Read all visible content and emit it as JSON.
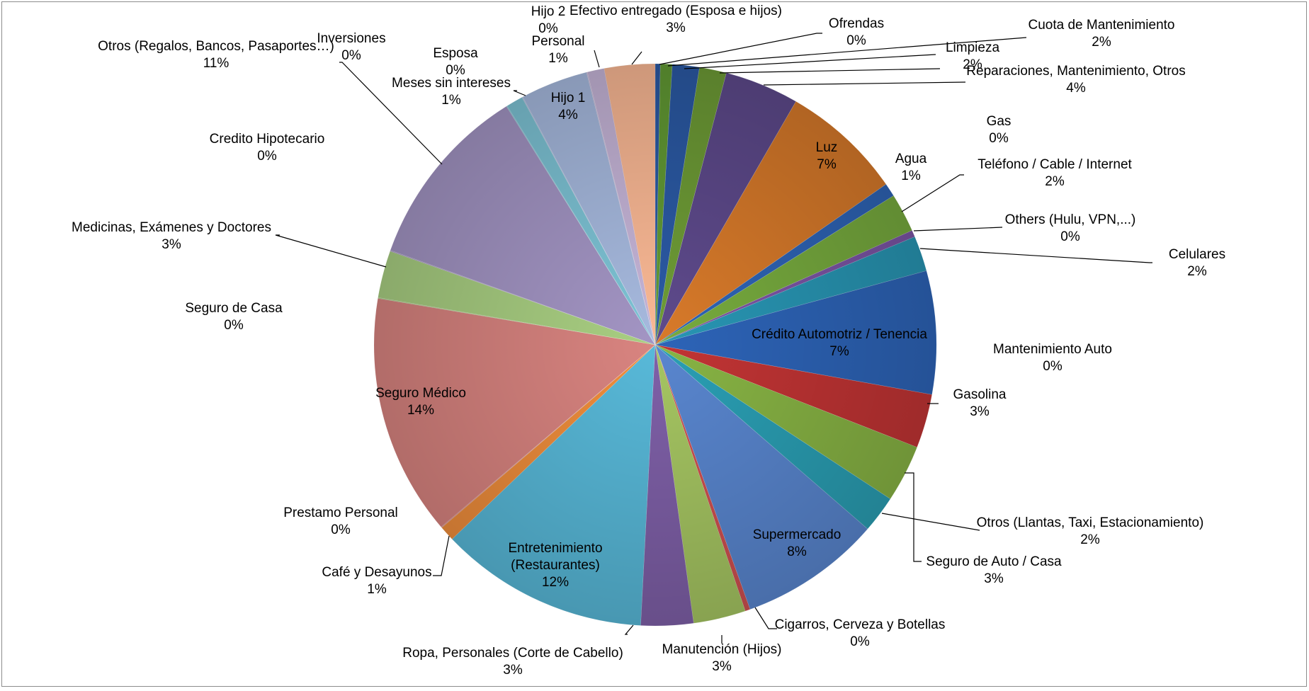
{
  "chart_data": {
    "type": "pie",
    "title": "",
    "legend": "none",
    "slices": [
      {
        "label": "Ofrendas",
        "value": 0.3,
        "pct": "0%",
        "color": "#2b5aa5"
      },
      {
        "label": "Cuota de Mantenimiento",
        "value": 0.7,
        "pct": "2%",
        "color": "#629a34"
      },
      {
        "label": "Limpieza",
        "value": 1.6,
        "pct": "2%",
        "color": "#2b5aa5"
      },
      {
        "label": "Reparaciones, Mantenimiento, Otros",
        "value": 1.6,
        "pct": "2%",
        "color": "#6e9c36"
      },
      {
        "label": "Reparaciones, Mantenimiento, Otros",
        "value": 4.4,
        "pct": "4%",
        "color": "#5e4a8c"
      },
      {
        "label": "Luz",
        "value": 7.2,
        "pct": "7%",
        "color": "#d87a2a"
      },
      {
        "label": "Agua",
        "value": 0.8,
        "pct": "1%",
        "color": "#2e64b6"
      },
      {
        "label": "Teléfono / Cable / Internet",
        "value": 2.3,
        "pct": "2%",
        "color": "#77ab3e"
      },
      {
        "label": "Others (Hulu, VPN,...)",
        "value": 0.4,
        "pct": "0%",
        "color": "#7c55a6"
      },
      {
        "label": "Celulares",
        "value": 2.1,
        "pct": "2%",
        "color": "#2896b4"
      },
      {
        "label": "Crédito Automotriz / Tenencia",
        "value": 7.3,
        "pct": "7%",
        "color": "#2d64b8"
      },
      {
        "label": "Gasolina",
        "value": 3.2,
        "pct": "3%",
        "color": "#c23434"
      },
      {
        "label": "Seguro de Auto / Casa",
        "value": 3.4,
        "pct": "3%",
        "color": "#88b444"
      },
      {
        "label": "Otros (Llantas, Taxi, Estacionamiento)",
        "value": 2.2,
        "pct": "2%",
        "color": "#2a9fb4"
      },
      {
        "label": "Supermercado",
        "value": 8.4,
        "pct": "8%",
        "color": "#5986cf"
      },
      {
        "label": "Cigarros, Cerveza y Botellas",
        "value": 0.3,
        "pct": "0%",
        "color": "#cf5050"
      },
      {
        "label": "Manutención (Hijos)",
        "value": 3.1,
        "pct": "3%",
        "color": "#a6c662"
      },
      {
        "label": "Ropa, Personales (Corte de Cabello)",
        "value": 3.1,
        "pct": "3%",
        "color": "#7f60a8"
      },
      {
        "label": "Entretenimiento (Restaurantes)",
        "value": 12.4,
        "pct": "12%",
        "color": "#58b9d9"
      },
      {
        "label": "Café y Desayunos",
        "value": 0.9,
        "pct": "1%",
        "color": "#f08e3c"
      },
      {
        "label": "Prestamo Personal",
        "value": 0.05,
        "pct": "0%",
        "color": "#d98782"
      },
      {
        "label": "Seguro Médico",
        "value": 14.3,
        "pct": "14%",
        "color": "#d98480"
      },
      {
        "label": "Seguro de Casa",
        "value": 0.05,
        "pct": "0%",
        "color": "#a9cf82"
      },
      {
        "label": "Medicinas, Exámenes y Doctores",
        "value": 2.8,
        "pct": "3%",
        "color": "#a9cf82"
      },
      {
        "label": "Credito Hipotecario",
        "value": 0.05,
        "pct": "0%",
        "color": "#a395c4"
      },
      {
        "label": "Otros (Regalos, Bancos, Pasaportes…)",
        "value": 11.0,
        "pct": "11%",
        "color": "#a395c4"
      },
      {
        "label": "Inversiones",
        "value": 0.05,
        "pct": "0%",
        "color": "#7ec4d6"
      },
      {
        "label": "Meses sin intereses",
        "value": 1.0,
        "pct": "1%",
        "color": "#7ec4d6"
      },
      {
        "label": "Esposa",
        "value": 0.05,
        "pct": "0%",
        "color": "#a7badf"
      },
      {
        "label": "Hijo 1",
        "value": 4.0,
        "pct": "4%",
        "color": "#a7badf"
      },
      {
        "label": "Hijo 2",
        "value": 0.05,
        "pct": "0%",
        "color": "#c6b5d8"
      },
      {
        "label": "Personal",
        "value": 1.0,
        "pct": "1%",
        "color": "#c6b5d8"
      },
      {
        "label": "Efectivo entregado (Esposa e hijos)",
        "value": 3.0,
        "pct": "3%",
        "color": "#fbb995"
      }
    ],
    "labels": [
      {
        "name": "Ofrendas",
        "pct": "0%"
      },
      {
        "name": "Cuota de Mantenimiento",
        "pct": "2%"
      },
      {
        "name": "Limpieza",
        "pct": "2%"
      },
      {
        "name": "Reparaciones, Mantenimiento, Otros",
        "pct": "4%"
      },
      {
        "name": "Gas",
        "pct": "0%"
      },
      {
        "name": "Luz",
        "pct": "7%"
      },
      {
        "name": "Agua",
        "pct": "1%"
      },
      {
        "name": "Teléfono / Cable / Internet",
        "pct": "2%"
      },
      {
        "name": "Others (Hulu, VPN,...)",
        "pct": "0%"
      },
      {
        "name": "Celulares",
        "pct": "2%"
      },
      {
        "name": "Crédito Automotriz / Tenencia",
        "pct": "7%"
      },
      {
        "name": "Mantenimiento Auto",
        "pct": "0%"
      },
      {
        "name": "Gasolina",
        "pct": "3%"
      },
      {
        "name": "Otros (Llantas, Taxi, Estacionamiento)",
        "pct": "2%"
      },
      {
        "name": "Seguro de Auto / Casa",
        "pct": "3%"
      },
      {
        "name": "Supermercado",
        "pct": "8%"
      },
      {
        "name": "Cigarros, Cerveza y Botellas",
        "pct": "0%"
      },
      {
        "name": "Manutención (Hijos)",
        "pct": "3%"
      },
      {
        "name": "Ropa, Personales (Corte de Cabello)",
        "pct": "3%"
      },
      {
        "name": "Entretenimiento",
        "name2": "(Restaurantes)",
        "pct": "12%"
      },
      {
        "name": "Café y Desayunos",
        "pct": "1%"
      },
      {
        "name": "Prestamo Personal",
        "pct": "0%"
      },
      {
        "name": "Seguro Médico",
        "pct": "14%"
      },
      {
        "name": "Seguro de Casa",
        "pct": "0%"
      },
      {
        "name": "Medicinas, Exámenes y Doctores",
        "pct": "3%"
      },
      {
        "name": "Credito Hipotecario",
        "pct": "0%"
      },
      {
        "name": "Otros (Regalos, Bancos, Pasaportes…)",
        "pct": "11%"
      },
      {
        "name": "Inversiones",
        "pct": "0%"
      },
      {
        "name": "Meses sin intereses",
        "pct": "1%"
      },
      {
        "name": "Esposa",
        "pct": "0%"
      },
      {
        "name": "Hijo 1",
        "pct": "4%"
      },
      {
        "name": "Hijo 2",
        "pct": "0%"
      },
      {
        "name": "Personal",
        "pct": "1%"
      },
      {
        "name": "Efectivo entregado (Esposa e hijos)",
        "pct": "3%"
      }
    ]
  }
}
